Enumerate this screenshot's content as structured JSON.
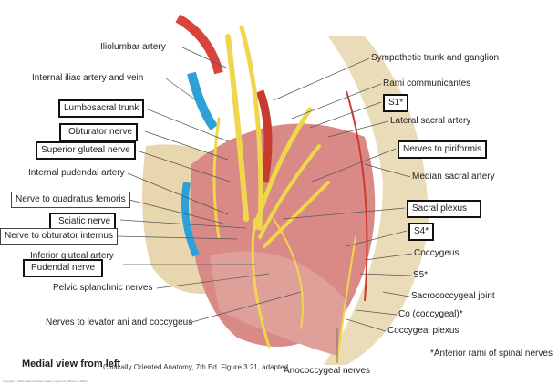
{
  "left_labels": {
    "iliolumbar_artery": "Iliolumbar artery",
    "internal_iliac": "Internal iliac artery and vein",
    "lumbosacral_trunk": "Lumbosacral trunk",
    "obturator_nerve": "Obturator nerve",
    "superior_gluteal_nerve": "Superior gluteal nerve",
    "internal_pudendal_artery": "Internal pudendal artery",
    "nerve_quadratus_femoris": "Nerve to quadratus femoris",
    "sciatic_nerve": "Sciatic nerve",
    "nerve_obturator_internus": "Nerve to obturator internus",
    "inferior_gluteal_artery": "Inferior gluteal artery",
    "pudendal_nerve": "Pudendal nerve",
    "pelvic_splanchnic": "Pelvic splanchnic nerves",
    "levator_ani": "Nerves to levator ani and coccygeus"
  },
  "right_labels": {
    "sympathetic_trunk": "Sympathetic trunk and ganglion",
    "rami_communicantes": "Rami communicantes",
    "s1": "S1*",
    "lateral_sacral_artery": "Lateral sacral artery",
    "nerves_piriformis": "Nerves to piriformis",
    "median_sacral_artery": "Median sacral artery",
    "sacral_plexus": "Sacral plexus",
    "s4": "S4*",
    "coccygeus": "Coccygeus",
    "s5": "S5*",
    "sacrococcygeal_joint": "Sacrococcygeal joint",
    "co": "Co (coccygeal)*",
    "coccygeal_plexus": "Coccygeal plexus",
    "anococcygeal": "Anococcygeal nerves"
  },
  "footer": {
    "view": "Medial view from left",
    "citation": "Clinically Oriented Anatomy, 7th Ed. Figure 3.21, adapted",
    "note": "*Anterior rami of spinal nerves",
    "copyright": "Copyright © 2014 Wolters Kluwer Health | Lippincott Williams & Wilkins"
  },
  "colors": {
    "muscle": "#d98a86",
    "nerve": "#f0d64a",
    "artery": "#d8443a",
    "vein": "#2f9fd8",
    "bone": "#eadcb8"
  }
}
